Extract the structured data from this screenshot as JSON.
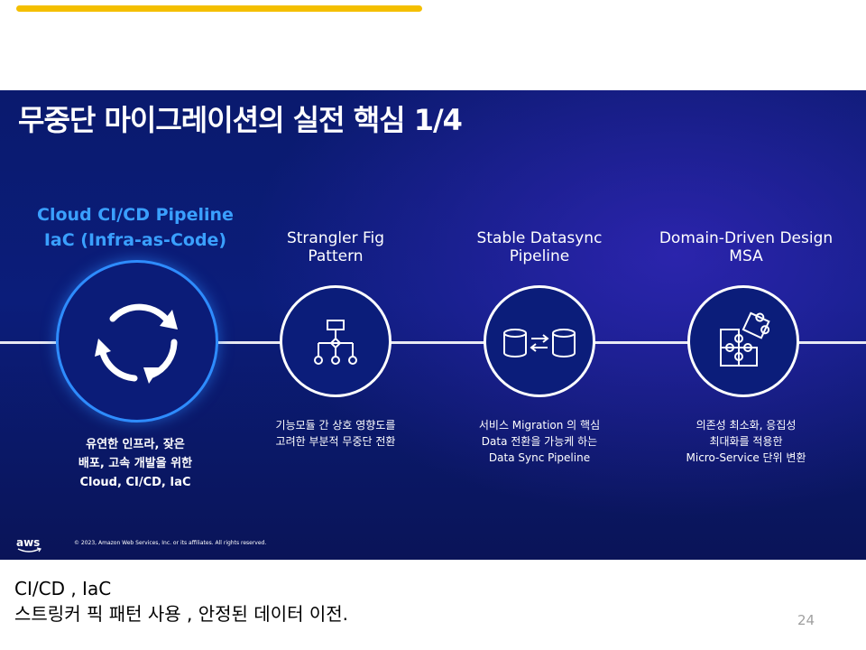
{
  "slide": {
    "title": "무중단 마이그레이션의 실전 핵심 1/4",
    "steps": [
      {
        "title_lines": [
          "Cloud CI/CD Pipeline",
          "IaC (Infra-as-Code)"
        ],
        "icon": "refresh-cycle-icon",
        "desc_lines": [
          "유연한 인프라, 잦은",
          "배포, 고속 개발을 위한",
          "Cloud, CI/CD, IaC"
        ]
      },
      {
        "title_lines": [
          "Strangler Fig",
          "Pattern"
        ],
        "icon": "hierarchy-icon",
        "desc_lines": [
          "기능모듈 간 상호 영향도를",
          "고려한 부분적 무중단 전환"
        ]
      },
      {
        "title_lines": [
          "Stable Datasync",
          "Pipeline"
        ],
        "icon": "database-sync-icon",
        "desc_lines": [
          "서비스 Migration 의 핵심",
          "Data 전환을 가능케 하는",
          "Data Sync Pipeline"
        ]
      },
      {
        "title_lines": [
          "Domain-Driven Design",
          "MSA"
        ],
        "icon": "puzzle-icon",
        "desc_lines": [
          "의존성 최소화, 응집성",
          "최대화를 적용한",
          "Micro-Service 단위 변환"
        ]
      }
    ],
    "footer": {
      "logo": "aws",
      "copyright": "© 2023, Amazon Web Services, Inc. or its affiliates. All rights reserved."
    }
  },
  "notes": {
    "line1": "CI/CD  , IaC",
    "line2": "스트링커 픽 패턴 사용  , 안정된 데이터 이전."
  },
  "page_number": "24",
  "colors": {
    "accent_bar": "#f4bf00",
    "slide_bg": "#0b1d7a",
    "highlight": "#3aa0ff"
  }
}
